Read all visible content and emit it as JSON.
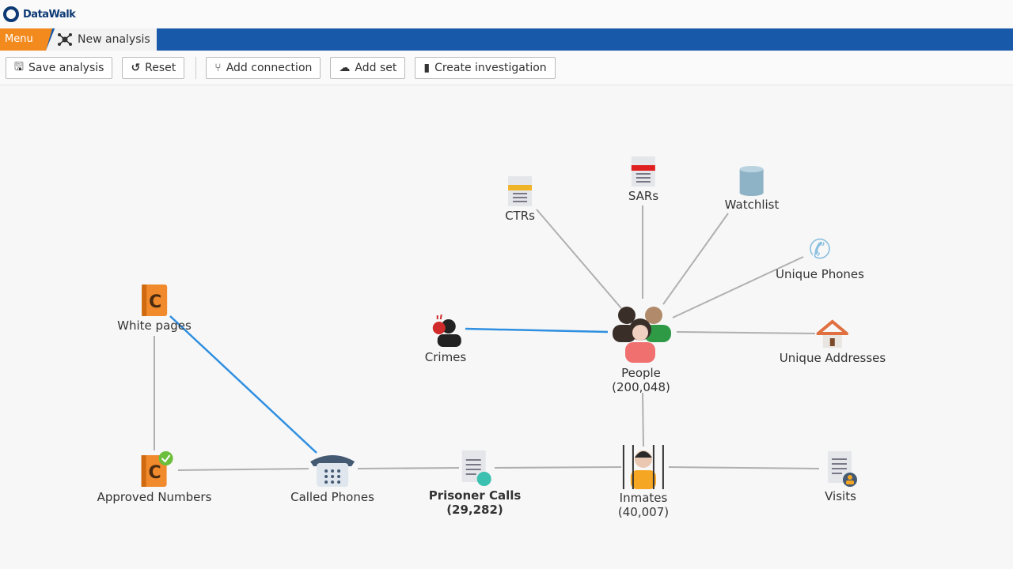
{
  "app": {
    "brand": "DataWalk"
  },
  "nav": {
    "menu": "Menu",
    "tab": "New analysis"
  },
  "toolbar": {
    "save": "Save analysis",
    "reset": "Reset",
    "add_connection": "Add connection",
    "add_set": "Add set",
    "create_investigation": "Create investigation"
  },
  "nodes": {
    "ctrs": {
      "label": "CTRs"
    },
    "sars": {
      "label": "SARs"
    },
    "watchlist": {
      "label": "Watchlist"
    },
    "unique_phones": {
      "label": "Unique Phones"
    },
    "unique_addresses": {
      "label": "Unique Addresses"
    },
    "people": {
      "label": "People",
      "count": "(200,048)"
    },
    "crimes": {
      "label": "Crimes"
    },
    "white_pages": {
      "label": "White pages"
    },
    "approved_numbers": {
      "label": "Approved Numbers"
    },
    "called_phones": {
      "label": "Called Phones"
    },
    "prisoner_calls": {
      "label": "Prisoner Calls",
      "count": "(29,282)"
    },
    "inmates": {
      "label": "Inmates",
      "count": "(40,007)"
    },
    "visits": {
      "label": "Visits"
    }
  },
  "colors": {
    "nav": "#1859a9",
    "menu": "#f28a1e",
    "edge": "#b0b0b0",
    "edge_active": "#2f8fe0"
  }
}
